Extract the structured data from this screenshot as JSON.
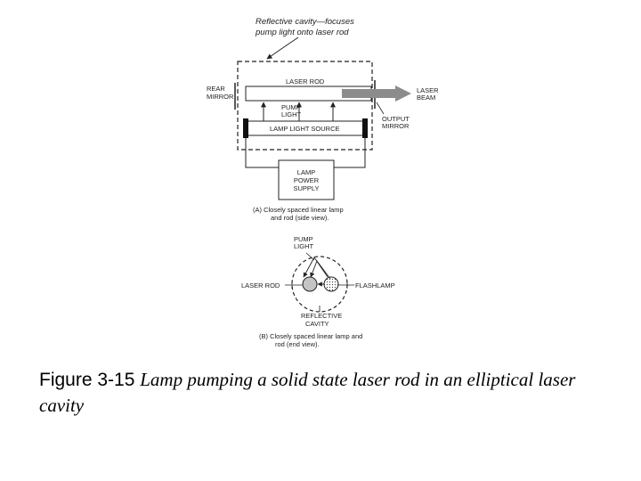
{
  "diagram": {
    "cavity_note_1": "Reflective cavity—focuses",
    "cavity_note_2": "pump light onto laser rod",
    "rear_mirror_1": "REAR",
    "rear_mirror_2": "MIRROR",
    "laser_rod": "LASER ROD",
    "pump_light_1": "PUMP",
    "pump_light_2": "LIGHT",
    "lamp_source": "LAMP LIGHT SOURCE",
    "laser_beam_1": "LASER",
    "laser_beam_2": "BEAM",
    "output_mirror_1": "OUTPUT",
    "output_mirror_2": "MIRROR",
    "power_1": "LAMP",
    "power_2": "POWER",
    "power_3": "SUPPLY",
    "caption_a_1": "(A) Closely spaced linear lamp",
    "caption_a_2": "and rod (side view).",
    "end_pump_1": "PUMP",
    "end_pump_2": "LIGHT",
    "end_laser_rod": "LASER ROD",
    "end_flashlamp": "FLASHLAMP",
    "end_cavity_1": "REFLECTIVE",
    "end_cavity_2": "CAVITY",
    "caption_b_1": "(B) Closely spaced linear lamp and",
    "caption_b_2": "rod (end view).",
    "beam_color": "#8c8c8c",
    "rod_fill": "#c4c4c4"
  },
  "figure": {
    "label": "Figure 3-15",
    "text": "Lamp pumping a solid state laser rod in an elliptical laser cavity"
  }
}
